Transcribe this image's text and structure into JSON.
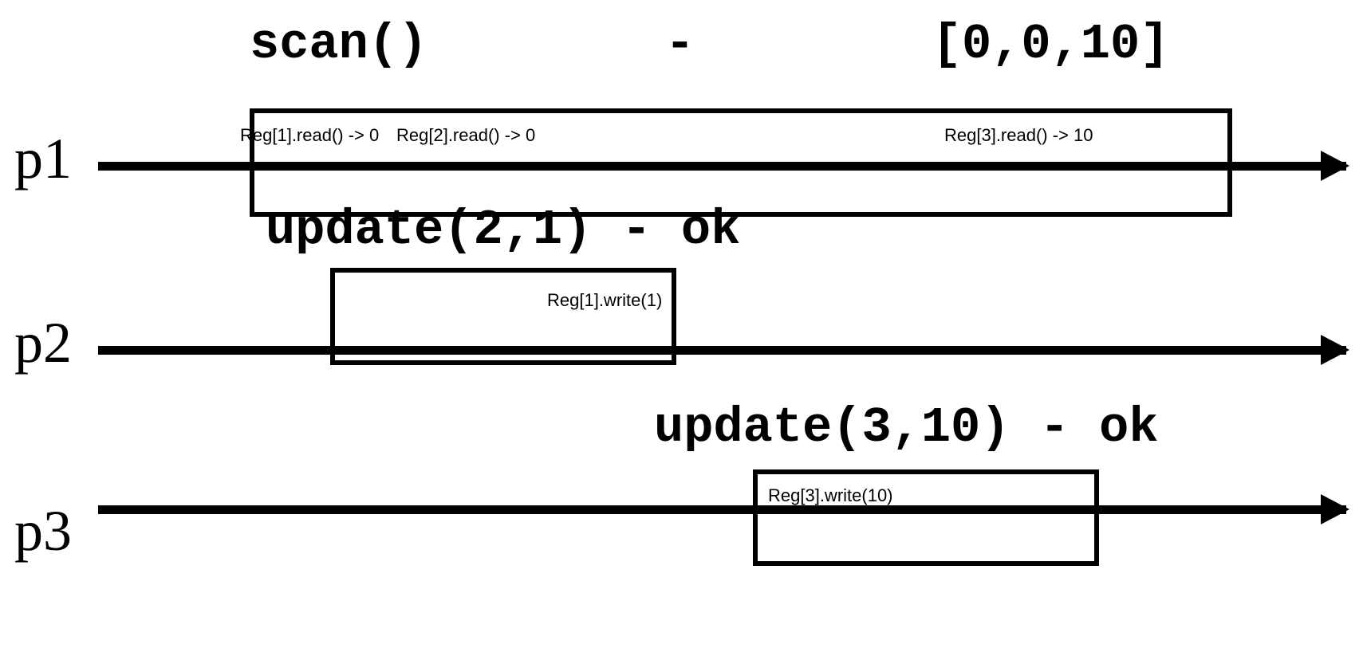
{
  "diagram": {
    "title": "Atomic snapshot execution history",
    "background_color": "#ffffff",
    "stroke_color": "#000000"
  },
  "processes": [
    {
      "label": "p1",
      "operation_title": "scan()        -        [0,0,10]",
      "reg_labels": [
        "Reg[1].read() -> 0",
        "Reg[2].read() -> 0",
        "Reg[3].read() -> 10"
      ]
    },
    {
      "label": "p2",
      "operation_title": "update(2,1) - ok",
      "reg_labels": [
        "Reg[1].write(1)"
      ]
    },
    {
      "label": "p3",
      "operation_title": "update(3,10) - ok",
      "reg_labels": [
        "Reg[3].write(10)"
      ]
    }
  ]
}
